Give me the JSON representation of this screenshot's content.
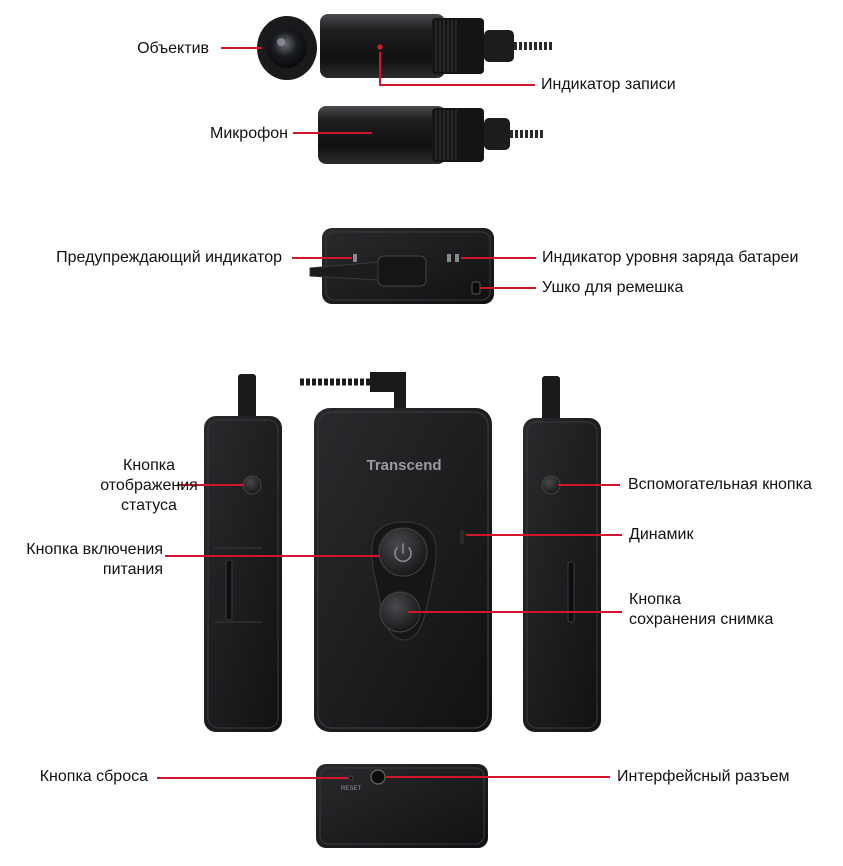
{
  "brand": "Transcend",
  "reset_mark": "RESET",
  "colors": {
    "leader": "#d4142a",
    "body": "#1b1b1d",
    "edge": "#3a3a3e",
    "led": "#e02020"
  },
  "labels": {
    "lens": "Объектив",
    "record_indicator": "Индикатор записи",
    "microphone": "Микрофон",
    "warning_indicator": "Предупреждающий индикатор",
    "battery_indicator": "Индикатор уровня заряда батареи",
    "strap_loop": "Ушко для ремешка",
    "status_button_l1": "Кнопка",
    "status_button_l2": "отображения",
    "status_button_l3": "статуса",
    "aux_button": "Вспомогательная кнопка",
    "speaker": "Динамик",
    "power_button_l1": "Кнопка включения",
    "power_button_l2": "питания",
    "snapshot_button_l1": "Кнопка",
    "snapshot_button_l2": "сохранения снимка",
    "reset_button": "Кнопка сброса",
    "interface_port": "Интерфейсный разъем"
  }
}
